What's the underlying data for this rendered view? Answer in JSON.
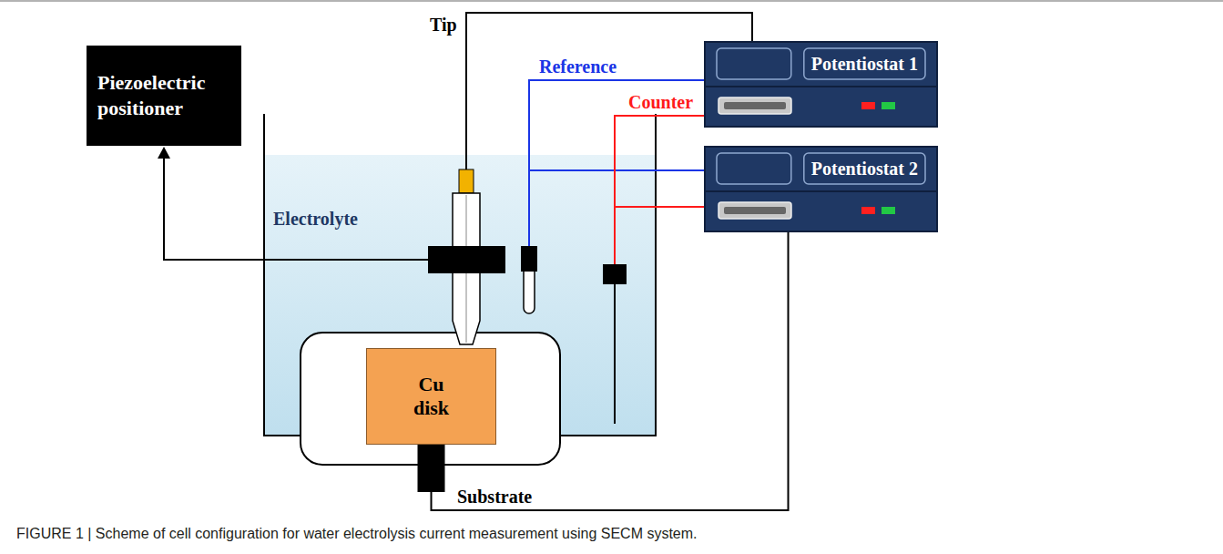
{
  "diagram": {
    "caption": "FIGURE 1 | Scheme of cell configuration for water electrolysis current measurement using SECM system.",
    "nodes": [
      {
        "text": [
          "Piezoelectric positioner"
        ]
      },
      {
        "text": [
          "Potentiostat 1"
        ]
      },
      {
        "text": [
          "Potentiostat 2"
        ]
      },
      {
        "text": [
          "Electrolyte"
        ]
      },
      {
        "text": [
          "Cu disk"
        ],
        "in": 3
      }
    ],
    "edges": [
      {
        "from": 4,
        "to": 2,
        "label": "Substrate",
        "arrow": "none"
      }
    ],
    "labels": [
      "Tip",
      "Reference",
      "Counter"
    ]
  }
}
